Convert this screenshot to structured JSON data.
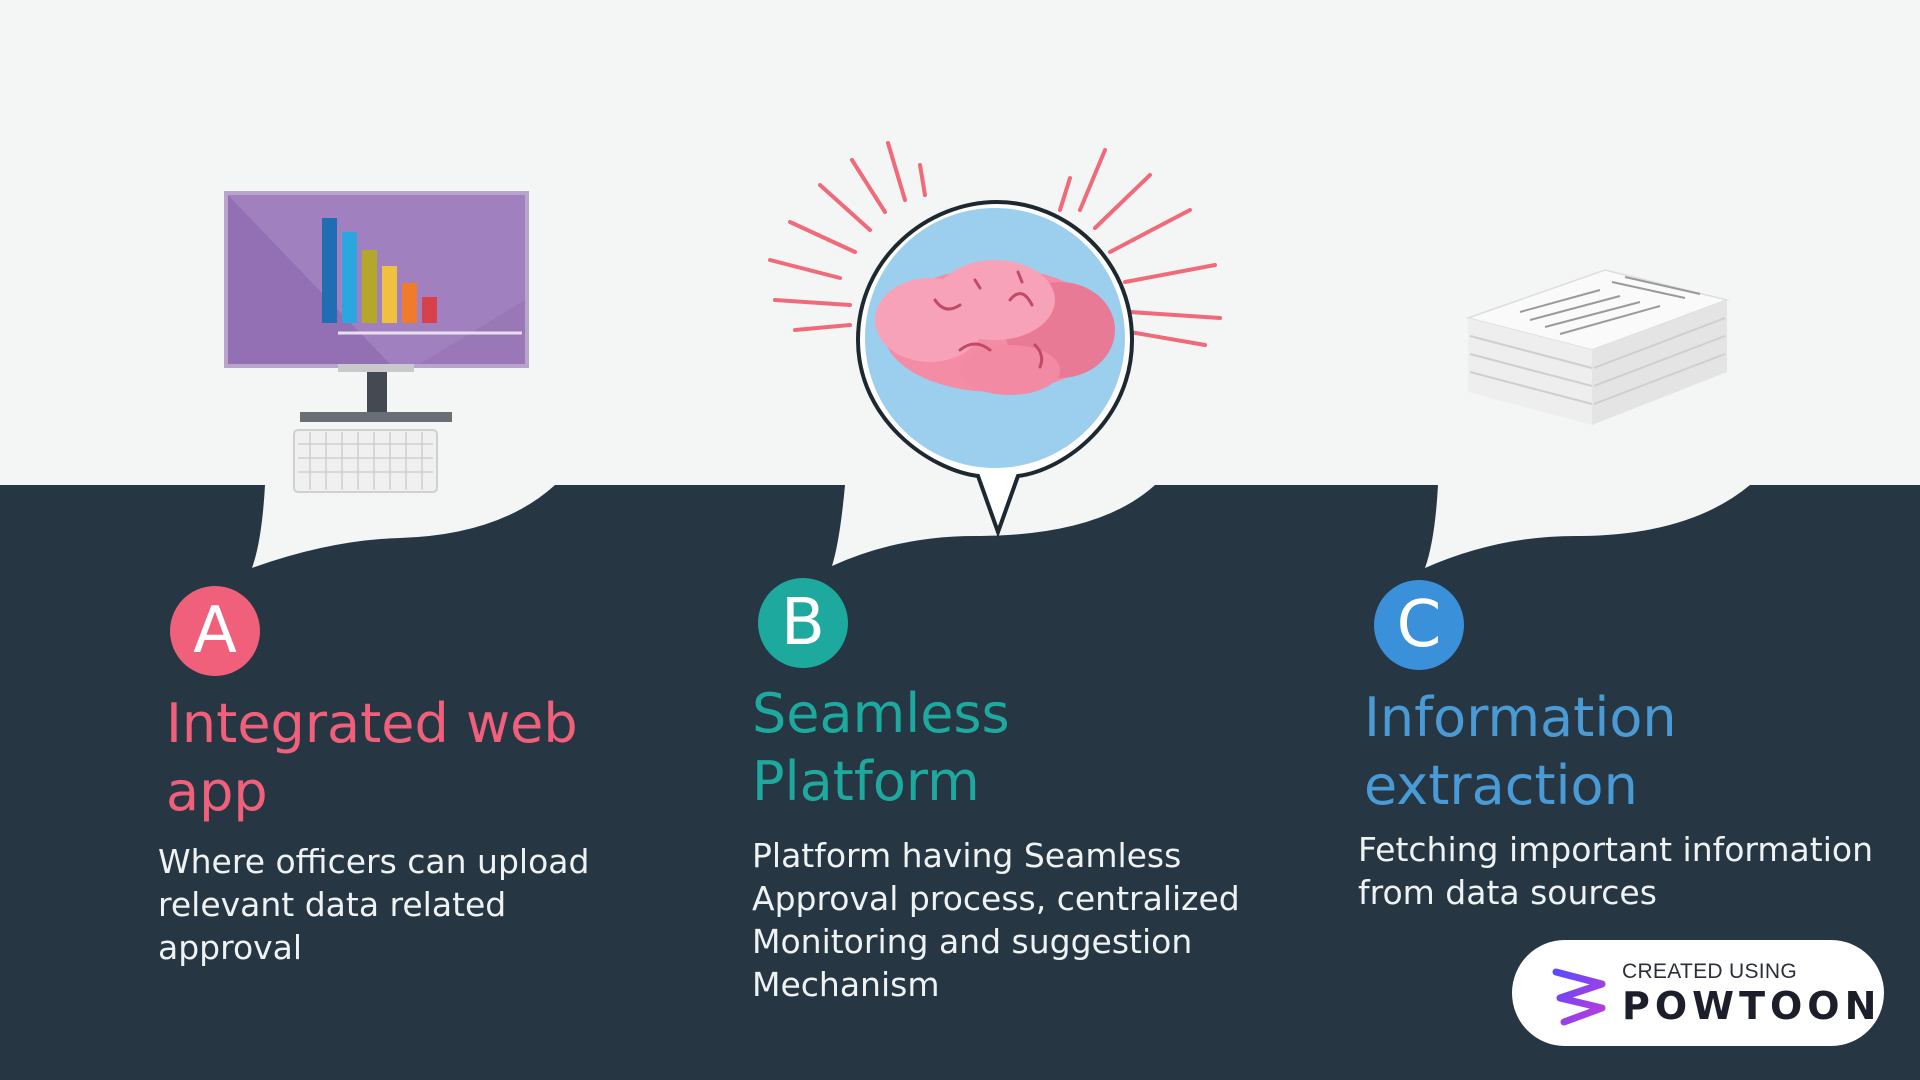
{
  "features": [
    {
      "letter": "A",
      "title": "Integrated web app",
      "description": "Where officers can upload\nrelevant data related\napproval",
      "color": "#f0607a",
      "icon": "computer-monitor-icon"
    },
    {
      "letter": "B",
      "title": "Seamless Platform",
      "description": "Platform having Seamless\nApproval process, centralized\nMonitoring and suggestion\nMechanism",
      "color": "#1ea99f",
      "icon": "brain-icon"
    },
    {
      "letter": "C",
      "title": "Information extraction",
      "description": "Fetching important information\nfrom data  sources",
      "color": "#3a90d9",
      "title_color": "#4a9ad6",
      "icon": "paper-stack-icon"
    }
  ],
  "watermark": {
    "top_text": "CREATED USING",
    "brand": "POWTOON"
  },
  "colors": {
    "background_light": "#f4f6f5",
    "background_dark": "#263642"
  }
}
